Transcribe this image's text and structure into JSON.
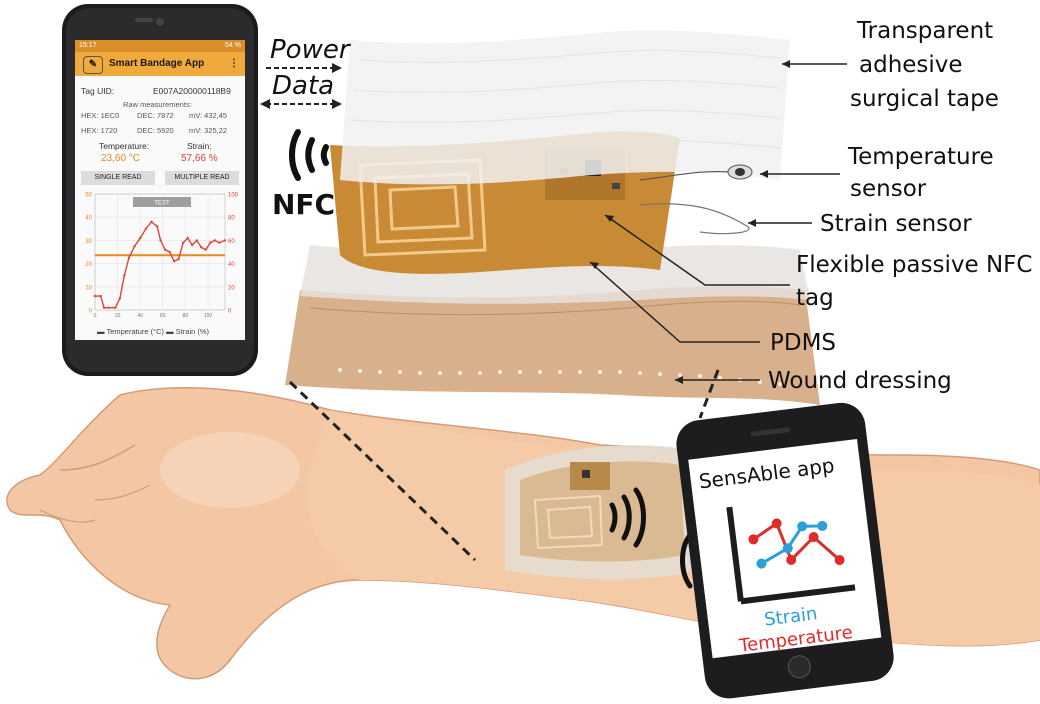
{
  "labels": {
    "power": "Power",
    "data": "Data",
    "nfc": "NFC",
    "tape": [
      "Transparent",
      "adhesive",
      "surgical tape"
    ],
    "temp_sensor": [
      "Temperature",
      "sensor"
    ],
    "strain_sensor": "Strain sensor",
    "nfc_tag": [
      "Flexible passive NFC",
      "tag"
    ],
    "pdms": "PDMS",
    "wound": "Wound dressing"
  },
  "app1": {
    "status_time": "15:17",
    "status_right": "54 %",
    "title": "Smart Bandage App",
    "menu_icon": "more-vert-icon",
    "tag_uid_label": "Tag UID:",
    "tag_uid_value": "E007A200000118B9",
    "raw_label": "Raw measurements:",
    "raw_rows": [
      {
        "hex": "HEX: 1EC0",
        "dec": "DEC: 7872",
        "mv": "mV: 432,45"
      },
      {
        "hex": "HEX: 1720",
        "dec": "DEC: 5920",
        "mv": "mV: 325,22"
      }
    ],
    "temp_label": "Temperature:",
    "strain_label": "Strain:",
    "temp_value": "23,60 °C",
    "strain_value": "57,66 %",
    "btn_single": "SINGLE READ",
    "btn_multiple": "MULTIPLE READ",
    "chart_button": "TEST",
    "legend": "▬ Temperature (°C) ▬ Strain (%)",
    "colors": {
      "bar": "#f0a93b",
      "temp": "#e8891a",
      "strain": "#e0443a"
    }
  },
  "chart_data": {
    "type": "line",
    "y_left_ticks": [
      "50",
      "40",
      "30",
      "20",
      "10",
      "0"
    ],
    "y_right_ticks": [
      "100",
      "80",
      "60",
      "40",
      "20",
      "0"
    ],
    "x_ticks": [
      "0",
      "20",
      "40",
      "60",
      "80",
      "100"
    ],
    "ylim_left": [
      0,
      50
    ],
    "ylim_right": [
      0,
      100
    ],
    "xlim": [
      0,
      115
    ],
    "series": [
      {
        "axis": "left",
        "color": "#e8891a",
        "x": [
          0,
          115
        ],
        "values": [
          23.6,
          23.6
        ]
      },
      {
        "axis": "right",
        "color": "#e0443a",
        "x": [
          0,
          5,
          8,
          12,
          18,
          22,
          26,
          30,
          35,
          40,
          45,
          50,
          55,
          58,
          62,
          66,
          70,
          74,
          78,
          82,
          86,
          90,
          94,
          98,
          102,
          106,
          110,
          115
        ],
        "values": [
          12,
          12,
          2,
          2,
          2,
          10,
          30,
          45,
          55,
          62,
          70,
          76,
          72,
          60,
          52,
          50,
          42,
          44,
          58,
          62,
          56,
          60,
          54,
          52,
          58,
          60,
          58,
          60
        ]
      }
    ]
  },
  "app2": {
    "title": "SensAble app",
    "strain": "Strain",
    "temperature": "Temperature",
    "colors": {
      "strain": "#2a9fd8",
      "temperature": "#e02b2b"
    }
  }
}
